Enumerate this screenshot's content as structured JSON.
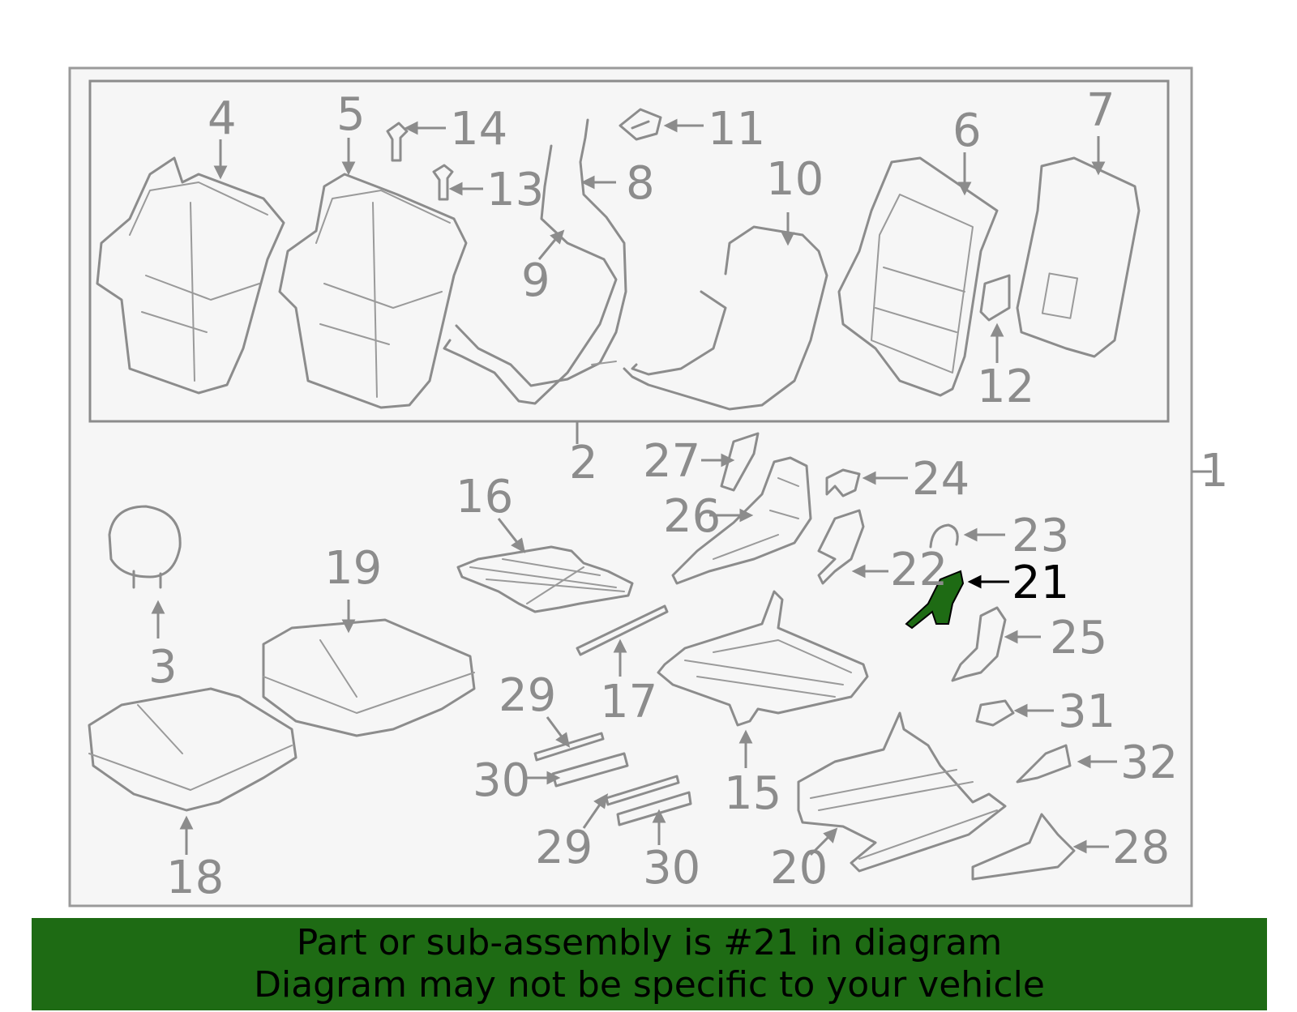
{
  "labels": [
    "1",
    "2",
    "3",
    "4",
    "5",
    "6",
    "7",
    "8",
    "9",
    "10",
    "11",
    "12",
    "13",
    "14",
    "15",
    "16",
    "17",
    "18",
    "19",
    "20",
    "21",
    "22",
    "23",
    "24",
    "25",
    "26",
    "27",
    "28",
    "29",
    "29",
    "30",
    "30",
    "31",
    "32"
  ],
  "highlight": {
    "label": "21",
    "color": "#1e6b14",
    "label_color": "#000000"
  },
  "banner": {
    "line1": "Part or sub-assembly is #21 in diagram",
    "line2": "Diagram may not be specific to your vehicle",
    "background": "#1e6b14"
  },
  "colors": {
    "line": "#8c8c8c",
    "panel": "#f6f6f6"
  }
}
